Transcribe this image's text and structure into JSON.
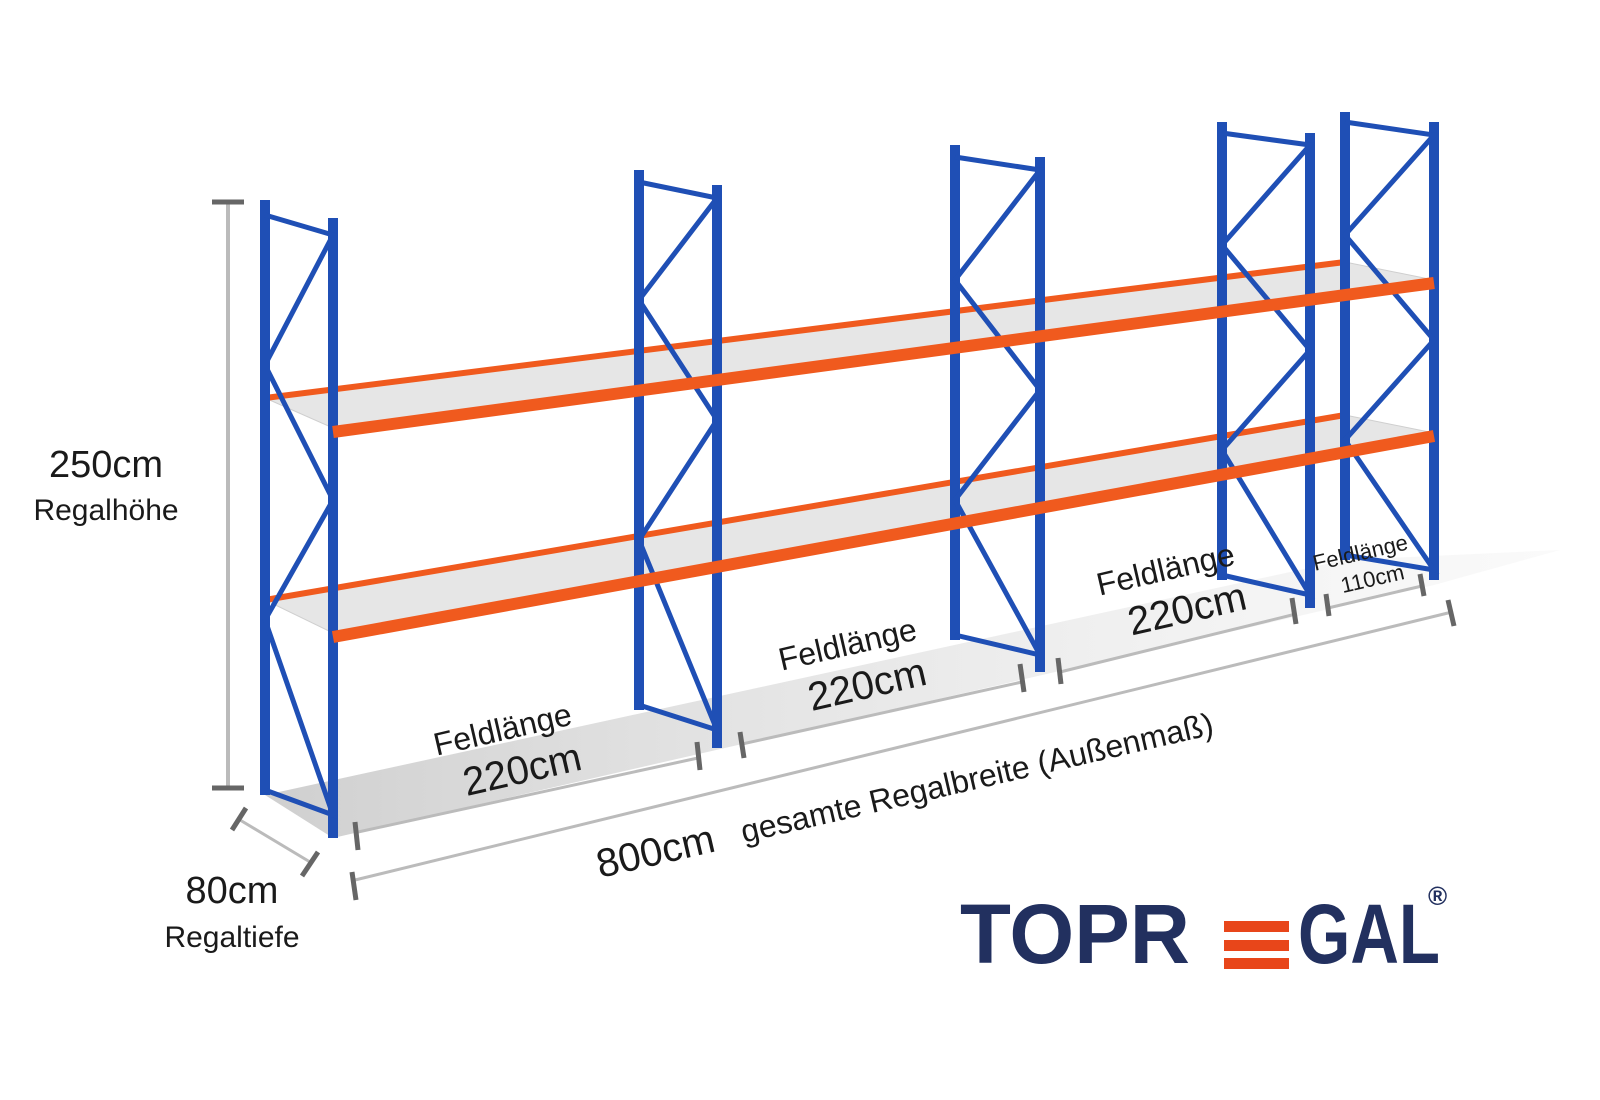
{
  "height": {
    "value": "250cm",
    "label": "Regalhöhe"
  },
  "depth": {
    "value": "80cm",
    "label": "Regaltiefe"
  },
  "total_width": {
    "value": "800cm",
    "label": "gesamte Regalbreite  (Außenmaß)"
  },
  "fields": [
    {
      "label": "Feldlänge",
      "value": "220cm"
    },
    {
      "label": "Feldlänge",
      "value": "220cm"
    },
    {
      "label": "Feldlänge",
      "value": "220cm"
    },
    {
      "label": "Feldlänge",
      "value": "110cm"
    }
  ],
  "logo": {
    "text_a": "TOPR",
    "text_b": "GAL",
    "mark": "®"
  },
  "colors": {
    "upright": "#1f4fb5",
    "beam": "#f05a1e",
    "deck": "#e4e4e4",
    "logo": "#22305f",
    "logo_accent": "#e8461a"
  }
}
